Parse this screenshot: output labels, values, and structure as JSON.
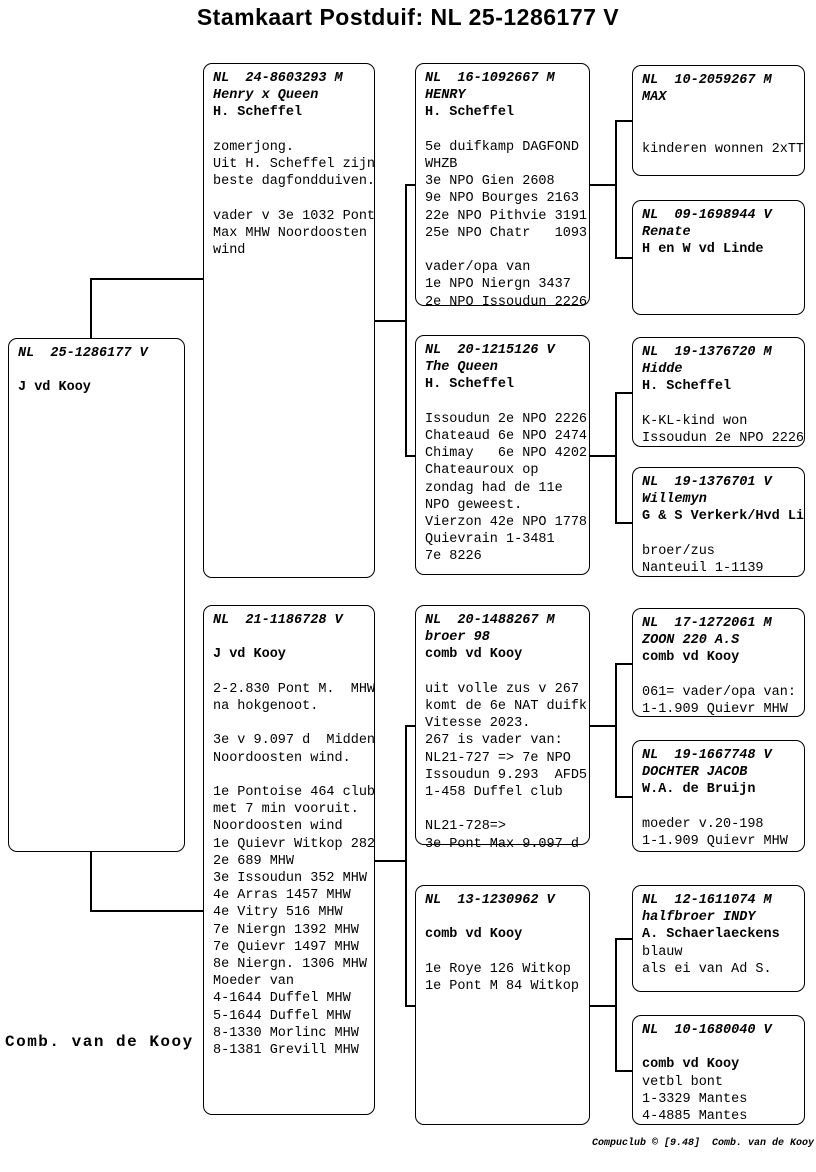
{
  "title": "Stamkaart Postduif: NL  25-1286177 V",
  "owner_label": "Comb. van de Kooy",
  "footer": "Compuclub © [9.48]  Comb. van de Kooy",
  "boxes": {
    "subject": {
      "ring": "NL  25-1286177 V",
      "lines": [
        {
          "s": "ring",
          "t": "NL  25-1286177 V"
        },
        {
          "s": "body",
          "t": ""
        },
        {
          "s": "owner",
          "t": "J vd Kooy"
        }
      ]
    },
    "father": {
      "ring": "NL  24-8603293 M",
      "lines": [
        {
          "s": "ring",
          "t": "NL  24-8603293 M"
        },
        {
          "s": "name",
          "t": "Henry x Queen"
        },
        {
          "s": "owner",
          "t": "H. Scheffel"
        },
        {
          "s": "body",
          "t": ""
        },
        {
          "s": "body",
          "t": "zomerjong."
        },
        {
          "s": "body",
          "t": "Uit H. Scheffel zijn"
        },
        {
          "s": "body",
          "t": "beste dagfondduiven."
        },
        {
          "s": "body",
          "t": ""
        },
        {
          "s": "body",
          "t": "vader v 3e 1032 Pont"
        },
        {
          "s": "body",
          "t": "Max MHW Noordoosten"
        },
        {
          "s": "body",
          "t": "wind"
        }
      ]
    },
    "mother": {
      "ring": "NL  21-1186728 V",
      "lines": [
        {
          "s": "ring",
          "t": "NL  21-1186728 V"
        },
        {
          "s": "body",
          "t": ""
        },
        {
          "s": "owner",
          "t": "J vd Kooy"
        },
        {
          "s": "body",
          "t": ""
        },
        {
          "s": "body",
          "t": "2-2.830 Pont M.  MHW"
        },
        {
          "s": "body",
          "t": "na hokgenoot."
        },
        {
          "s": "body",
          "t": ""
        },
        {
          "s": "body",
          "t": "3e v 9.097 d  Midden"
        },
        {
          "s": "body",
          "t": "Noordoosten wind."
        },
        {
          "s": "body",
          "t": ""
        },
        {
          "s": "body",
          "t": "1e Pontoise 464 club"
        },
        {
          "s": "body",
          "t": "met 7 min vooruit."
        },
        {
          "s": "body",
          "t": "Noordoosten wind"
        },
        {
          "s": "body",
          "t": "1e Quievr Witkop 282"
        },
        {
          "s": "body",
          "t": "2e 689 MHW"
        },
        {
          "s": "body",
          "t": "3e Issoudun 352 MHW"
        },
        {
          "s": "body",
          "t": "4e Arras 1457 MHW"
        },
        {
          "s": "body",
          "t": "4e Vitry 516 MHW"
        },
        {
          "s": "body",
          "t": "7e Niergn 1392 MHW"
        },
        {
          "s": "body",
          "t": "7e Quievr 1497 MHW"
        },
        {
          "s": "body",
          "t": "8e Niergn. 1306 MHW"
        },
        {
          "s": "body",
          "t": "Moeder van"
        },
        {
          "s": "body",
          "t": "4-1644 Duffel MHW"
        },
        {
          "s": "body",
          "t": "5-1644 Duffel MHW"
        },
        {
          "s": "body",
          "t": "8-1330 Morlinc MHW"
        },
        {
          "s": "body",
          "t": "8-1381 Grevill MHW"
        }
      ]
    },
    "ff": {
      "ring": "NL  16-1092667 M",
      "lines": [
        {
          "s": "ring",
          "t": "NL  16-1092667 M"
        },
        {
          "s": "name",
          "t": "HENRY"
        },
        {
          "s": "owner",
          "t": "H. Scheffel"
        },
        {
          "s": "body",
          "t": ""
        },
        {
          "s": "body",
          "t": "5e duifkamp DAGFOND"
        },
        {
          "s": "body",
          "t": "WHZB"
        },
        {
          "s": "body",
          "t": "3e NPO Gien 2608"
        },
        {
          "s": "body",
          "t": "9e NPO Bourges 2163"
        },
        {
          "s": "body",
          "t": "22e NPO Pithvie 3191"
        },
        {
          "s": "body",
          "t": "25e NPO Chatr   1093"
        },
        {
          "s": "body",
          "t": ""
        },
        {
          "s": "body",
          "t": "vader/opa van"
        },
        {
          "s": "body",
          "t": "1e NPO Niergn 3437"
        },
        {
          "s": "body",
          "t": "2e NPO Issoudun 2226"
        }
      ]
    },
    "fm": {
      "ring": "NL  20-1215126 V",
      "lines": [
        {
          "s": "ring",
          "t": "NL  20-1215126 V"
        },
        {
          "s": "name",
          "t": "The Queen"
        },
        {
          "s": "owner",
          "t": "H. Scheffel"
        },
        {
          "s": "body",
          "t": ""
        },
        {
          "s": "body",
          "t": "Issoudun 2e NPO 2226"
        },
        {
          "s": "body",
          "t": "Chateaud 6e NPO 2474"
        },
        {
          "s": "body",
          "t": "Chimay   6e NPO 4202"
        },
        {
          "s": "body",
          "t": "Chateauroux op"
        },
        {
          "s": "body",
          "t": "zondag had de 11e"
        },
        {
          "s": "body",
          "t": "NPO geweest."
        },
        {
          "s": "body",
          "t": "Vierzon 42e NPO 1778"
        },
        {
          "s": "body",
          "t": "Quievrain 1-3481"
        },
        {
          "s": "body",
          "t": "7e 8226"
        }
      ]
    },
    "mf": {
      "ring": "NL  20-1488267 M",
      "lines": [
        {
          "s": "ring",
          "t": "NL  20-1488267 M"
        },
        {
          "s": "name",
          "t": "broer 98"
        },
        {
          "s": "owner",
          "t": "comb vd Kooy"
        },
        {
          "s": "body",
          "t": ""
        },
        {
          "s": "body",
          "t": "uit volle zus v 267"
        },
        {
          "s": "body",
          "t": "komt de 6e NAT duifk"
        },
        {
          "s": "body",
          "t": "Vitesse 2023."
        },
        {
          "s": "body",
          "t": "267 is vader van:"
        },
        {
          "s": "body",
          "t": "NL21-727 => 7e NPO"
        },
        {
          "s": "body",
          "t": "Issoudun 9.293  AFD5"
        },
        {
          "s": "body",
          "t": "1-458 Duffel club"
        },
        {
          "s": "body",
          "t": ""
        },
        {
          "s": "body",
          "t": "NL21-728=>"
        },
        {
          "s": "body",
          "t": "3e Pont Max 9.097 d"
        }
      ]
    },
    "mm": {
      "ring": "NL  13-1230962 V",
      "lines": [
        {
          "s": "ring",
          "t": "NL  13-1230962 V"
        },
        {
          "s": "body",
          "t": ""
        },
        {
          "s": "owner",
          "t": "comb vd Kooy"
        },
        {
          "s": "body",
          "t": ""
        },
        {
          "s": "body",
          "t": "1e Roye 126 Witkop"
        },
        {
          "s": "body",
          "t": "1e Pont M 84 Witkop"
        }
      ]
    },
    "fff": {
      "ring": "NL  10-2059267 M",
      "lines": [
        {
          "s": "ring",
          "t": "NL  10-2059267 M"
        },
        {
          "s": "name",
          "t": "MAX"
        },
        {
          "s": "body",
          "t": ""
        },
        {
          "s": "body",
          "t": ""
        },
        {
          "s": "body",
          "t": "kinderen wonnen 2xTT"
        }
      ]
    },
    "ffm": {
      "ring": "NL  09-1698944 V",
      "lines": [
        {
          "s": "ring",
          "t": "NL  09-1698944 V"
        },
        {
          "s": "name",
          "t": "Renate"
        },
        {
          "s": "owner",
          "t": "H en W vd Linde"
        }
      ]
    },
    "fmf": {
      "ring": "NL  19-1376720 M",
      "lines": [
        {
          "s": "ring",
          "t": "NL  19-1376720 M"
        },
        {
          "s": "name",
          "t": "Hidde"
        },
        {
          "s": "owner",
          "t": "H. Scheffel"
        },
        {
          "s": "body",
          "t": ""
        },
        {
          "s": "body",
          "t": "K-KL-kind won"
        },
        {
          "s": "body",
          "t": "Issoudun 2e NPO 2226"
        }
      ]
    },
    "fmm": {
      "ring": "NL  19-1376701 V",
      "lines": [
        {
          "s": "ring",
          "t": "NL  19-1376701 V"
        },
        {
          "s": "name",
          "t": "Willemyn"
        },
        {
          "s": "owner",
          "t": "G & S Verkerk/Hvd Li"
        },
        {
          "s": "body",
          "t": ""
        },
        {
          "s": "body",
          "t": "broer/zus"
        },
        {
          "s": "body",
          "t": "Nanteuil 1-1139"
        }
      ]
    },
    "mff": {
      "ring": "NL  17-1272061 M",
      "lines": [
        {
          "s": "ring",
          "t": "NL  17-1272061 M"
        },
        {
          "s": "name",
          "t": "ZOON 220 A.S"
        },
        {
          "s": "owner",
          "t": "comb vd Kooy"
        },
        {
          "s": "body",
          "t": ""
        },
        {
          "s": "body",
          "t": "061= vader/opa van:"
        },
        {
          "s": "body",
          "t": "1-1.909 Quievr MHW"
        }
      ]
    },
    "mfm": {
      "ring": "NL  19-1667748 V",
      "lines": [
        {
          "s": "ring",
          "t": "NL  19-1667748 V"
        },
        {
          "s": "name",
          "t": "DOCHTER JACOB"
        },
        {
          "s": "owner",
          "t": "W.A. de Bruijn"
        },
        {
          "s": "body",
          "t": ""
        },
        {
          "s": "body",
          "t": "moeder v.20-198"
        },
        {
          "s": "body",
          "t": "1-1.909 Quievr MHW"
        }
      ]
    },
    "mmf": {
      "ring": "NL  12-1611074 M",
      "lines": [
        {
          "s": "ring",
          "t": "NL  12-1611074 M"
        },
        {
          "s": "name",
          "t": "halfbroer INDY"
        },
        {
          "s": "owner",
          "t": "A. Schaerlaeckens"
        },
        {
          "s": "body",
          "t": "blauw"
        },
        {
          "s": "body",
          "t": "als ei van Ad S."
        }
      ]
    },
    "mmm": {
      "ring": "NL  10-1680040 V",
      "lines": [
        {
          "s": "ring",
          "t": "NL  10-1680040 V"
        },
        {
          "s": "body",
          "t": ""
        },
        {
          "s": "owner",
          "t": "comb vd Kooy"
        },
        {
          "s": "body",
          "t": "vetbl bont"
        },
        {
          "s": "body",
          "t": "1-3329 Mantes"
        },
        {
          "s": "body",
          "t": "4-4885 Mantes"
        }
      ]
    }
  }
}
